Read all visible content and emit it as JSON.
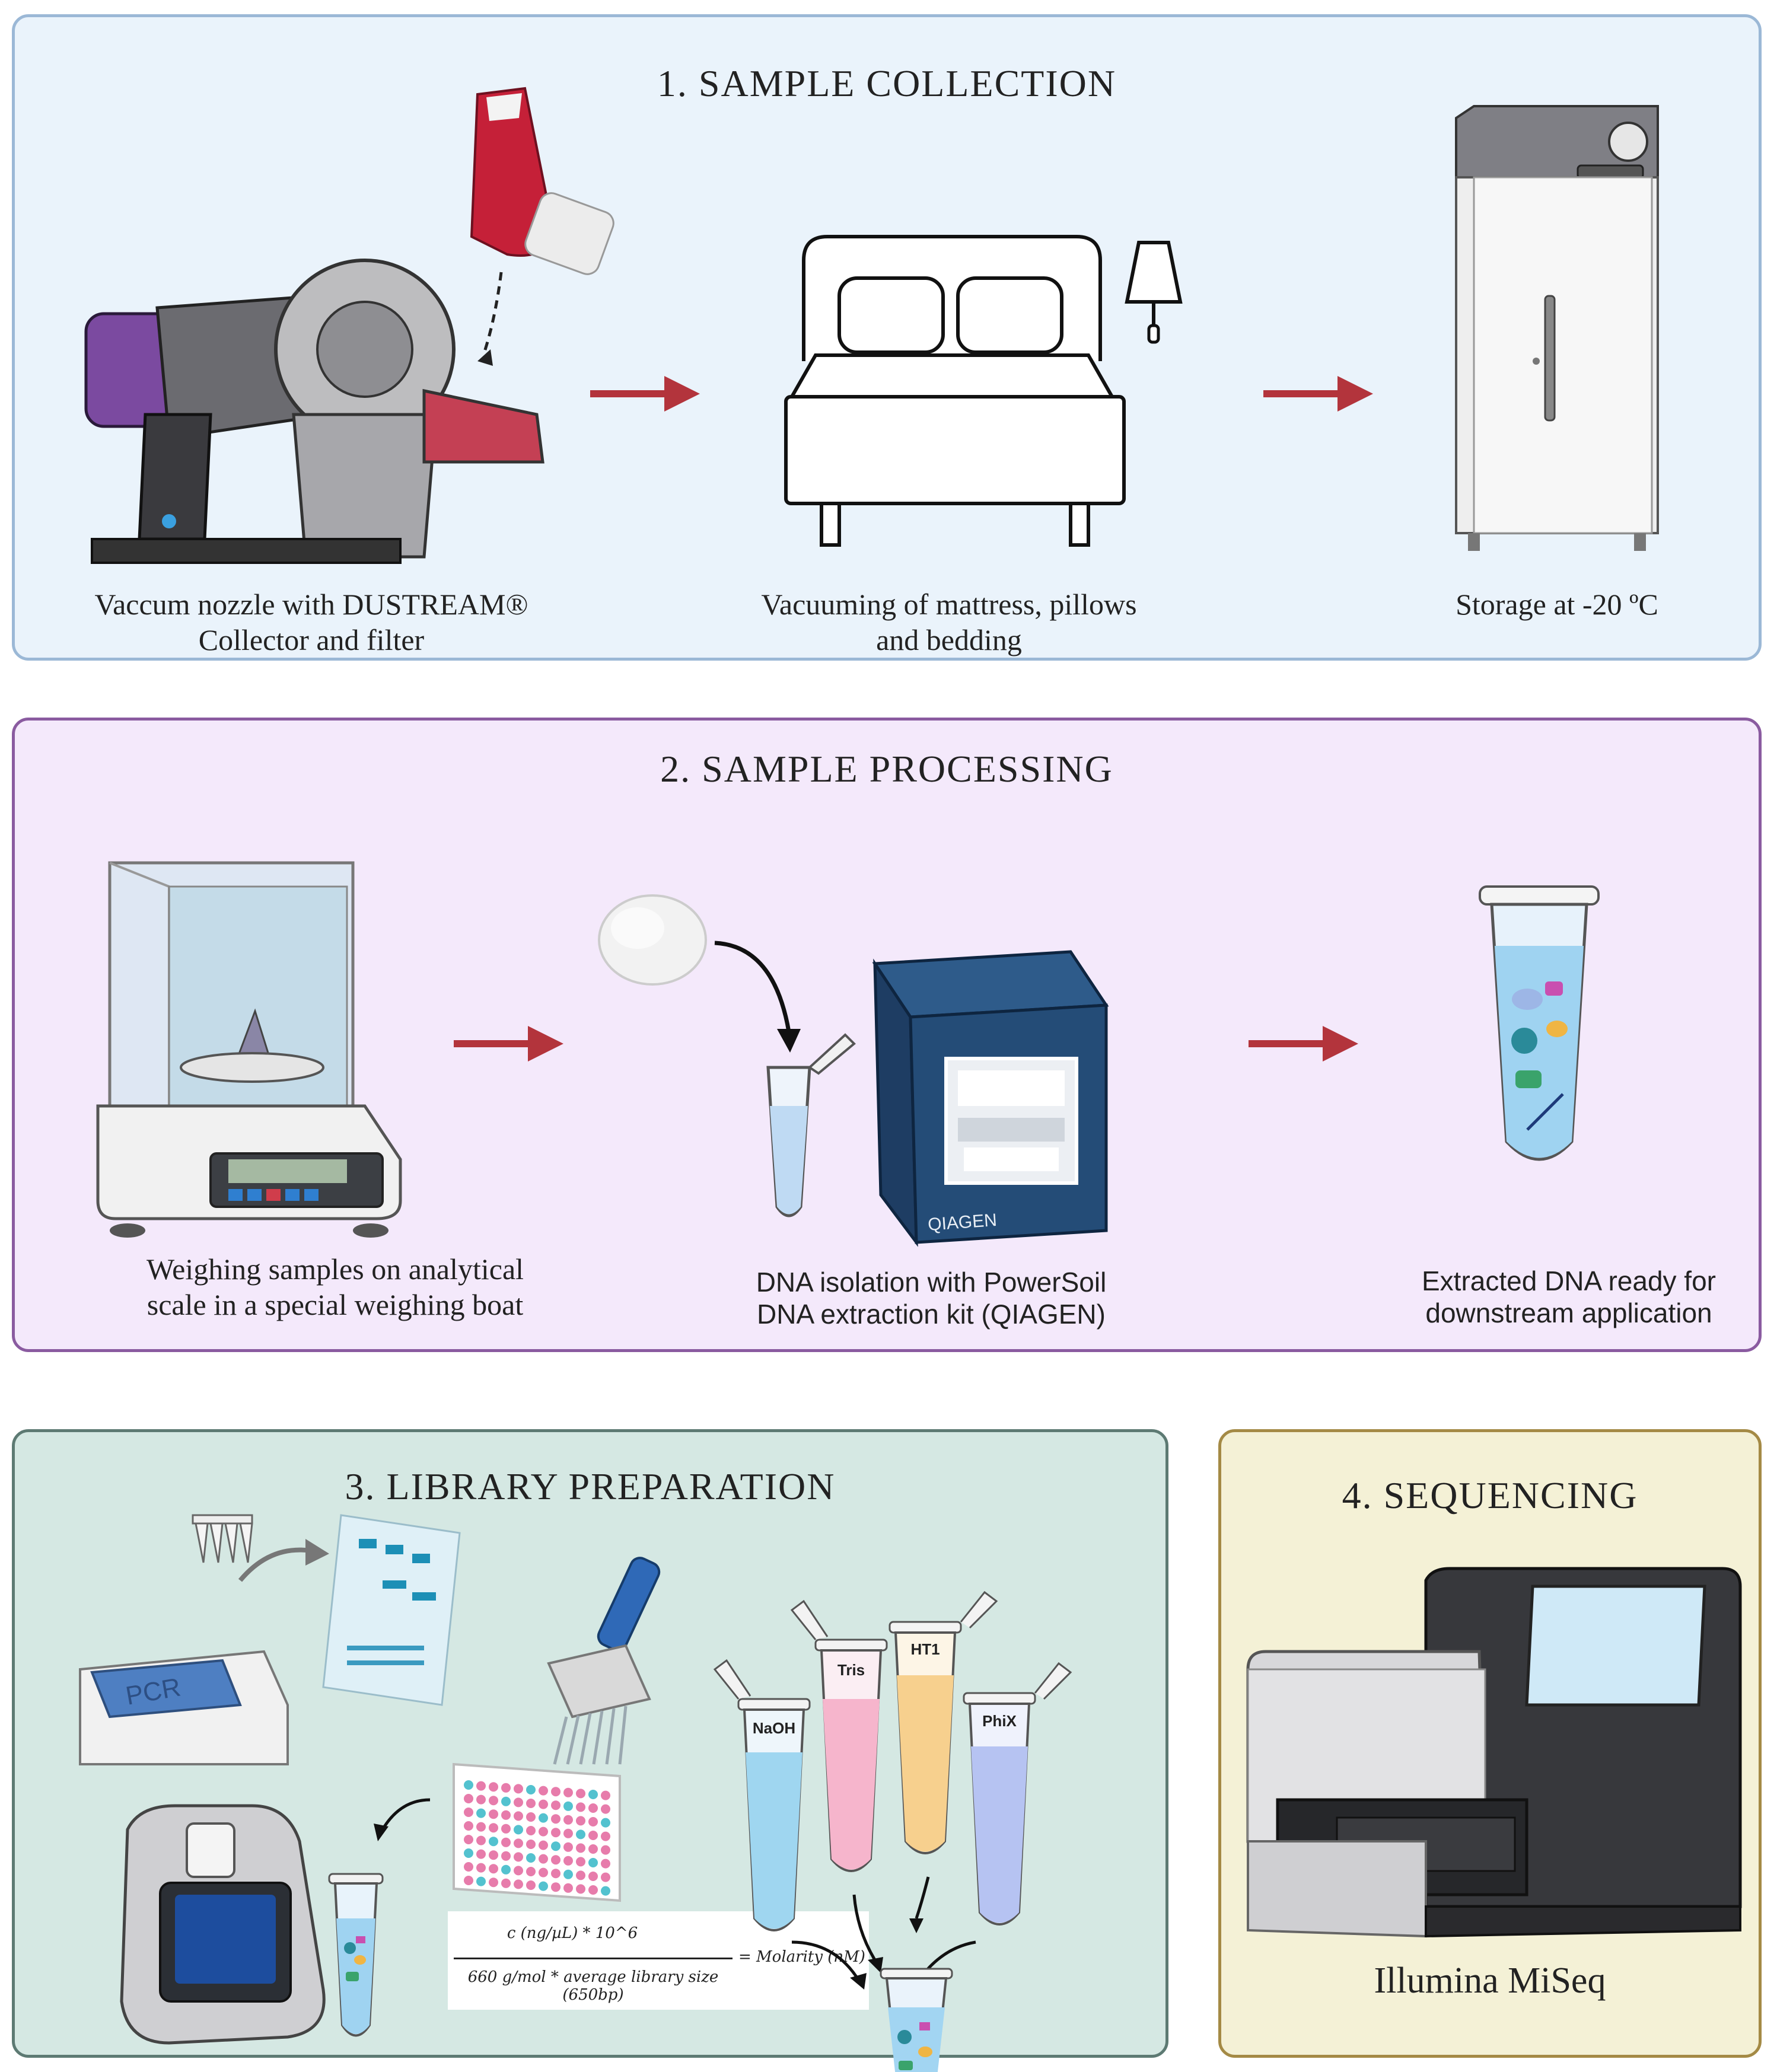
{
  "panels": {
    "collection": {
      "title": "1.  SAMPLE COLLECTION",
      "steps": [
        {
          "caption": "Vaccum nozzle with DUSTREAM®\nCollector and filter"
        },
        {
          "caption": "Vacuuming of mattress, pillows\nand bedding"
        },
        {
          "caption": "Storage at -20 ºC"
        }
      ]
    },
    "processing": {
      "title": "2. SAMPLE PROCESSING",
      "steps": [
        {
          "caption": "Weighing samples on analytical\nscale in a special weighing boat"
        },
        {
          "caption": "DNA isolation with PowerSoil\nDNA extraction kit (QIAGEN)"
        },
        {
          "caption": "Extracted DNA ready for\ndownstream application"
        }
      ],
      "kit_brand": "QIAGEN"
    },
    "library": {
      "title": "3. LIBRARY PREPARATION",
      "pcr_label": "PCR",
      "tubes": [
        "NaOH",
        "Tris",
        "HT1",
        "PhiX"
      ],
      "formula": {
        "numerator": "c (ng/µL) * 10^6",
        "denominator": "660 g/mol * average library size (650bp)",
        "result": "= Molarity (nM)"
      }
    },
    "sequencing": {
      "title": "4. SEQUENCING",
      "caption": "Illumina MiSeq"
    }
  },
  "colors": {
    "arrow": "#b3343c",
    "panel1_bg": "#eaf3fb",
    "panel2_bg": "#f4e9fb",
    "panel3_bg": "#d5e8e3",
    "panel4_bg": "#f4f1d6"
  }
}
